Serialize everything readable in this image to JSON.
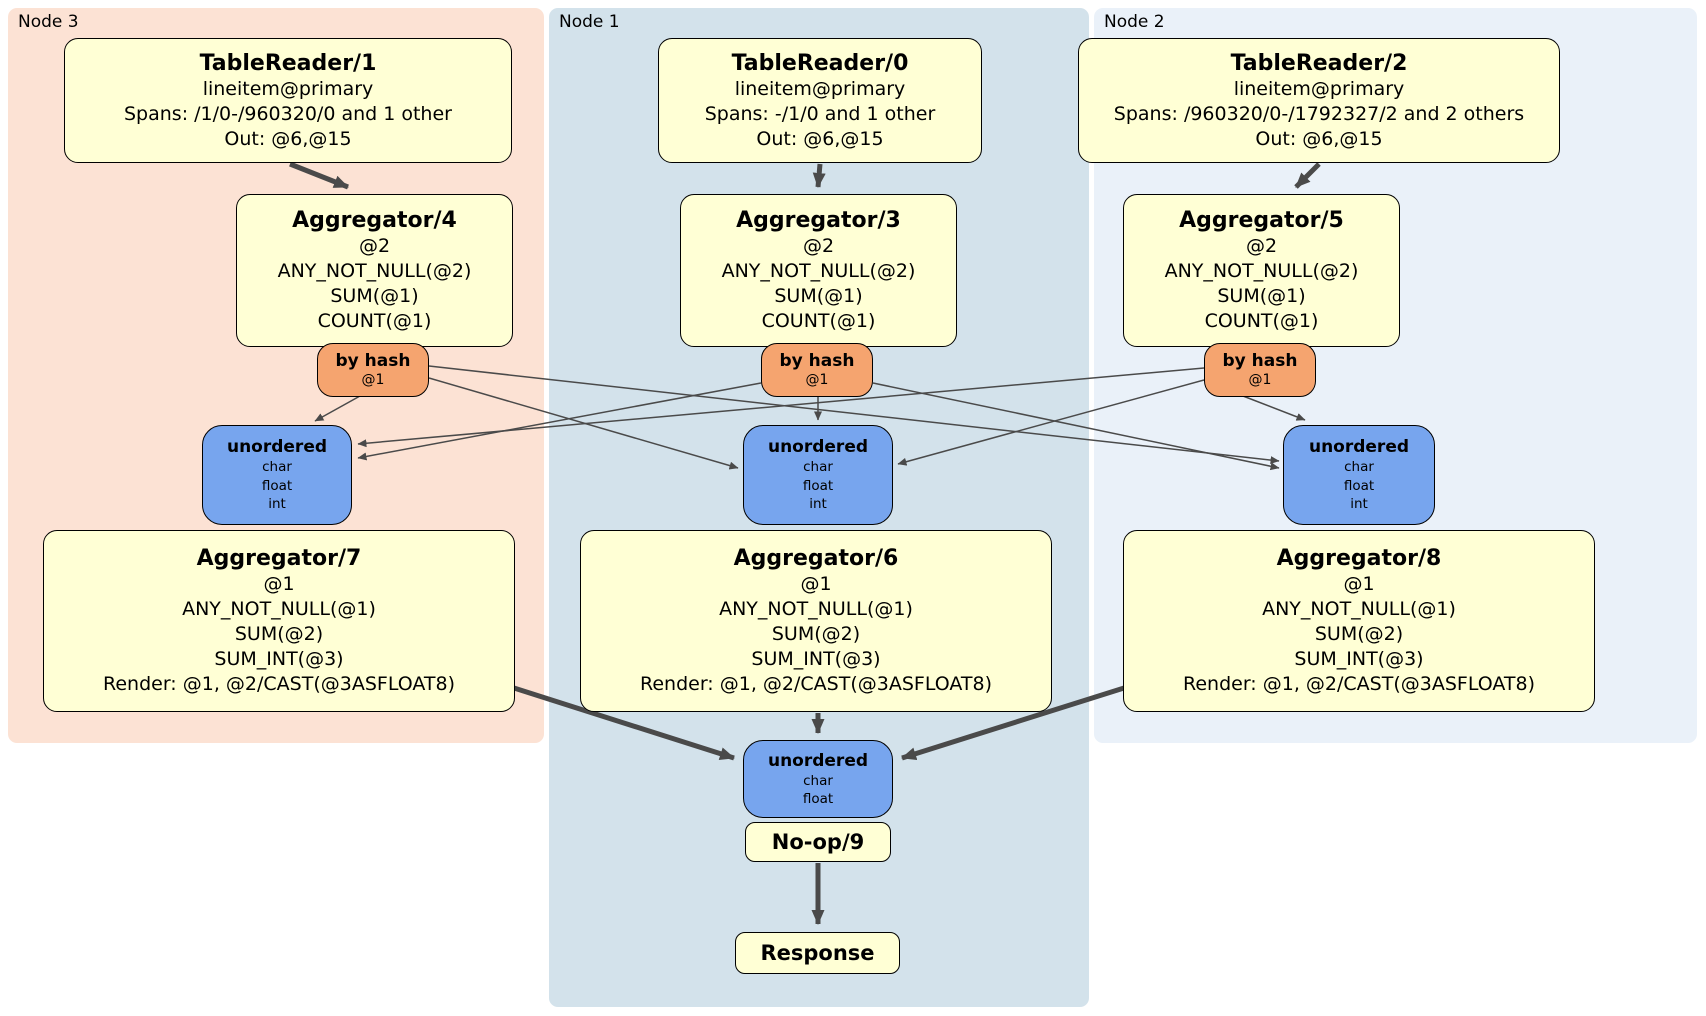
{
  "colors": {
    "node3_bg": "#fce2d4",
    "node1_bg": "#d3e2eb",
    "node2_bg": "#eaf1f9",
    "processor_fill": "#ffffd5",
    "router_fill": "#f5a46f",
    "sync_fill": "#77a5ee",
    "edge": "#4a4a4a"
  },
  "regions": {
    "node3": {
      "label": "Node 3"
    },
    "node1": {
      "label": "Node 1"
    },
    "node2": {
      "label": "Node 2"
    }
  },
  "processors": {
    "tr1": {
      "title": "TableReader/1",
      "index": "lineitem@primary",
      "spans": "Spans: /1/0-/960320/0 and 1 other",
      "out": "Out: @6,@15"
    },
    "tr0": {
      "title": "TableReader/0",
      "index": "lineitem@primary",
      "spans": "Spans: -/1/0 and 1 other",
      "out": "Out: @6,@15"
    },
    "tr2": {
      "title": "TableReader/2",
      "index": "lineitem@primary",
      "spans": "Spans: /960320/0-/1792327/2 and 2 others",
      "out": "Out: @6,@15"
    },
    "agg4": {
      "title": "Aggregator/4",
      "group": "@2",
      "fns": [
        "ANY_NOT_NULL(@2)",
        "SUM(@1)",
        "COUNT(@1)"
      ]
    },
    "agg3": {
      "title": "Aggregator/3",
      "group": "@2",
      "fns": [
        "ANY_NOT_NULL(@2)",
        "SUM(@1)",
        "COUNT(@1)"
      ]
    },
    "agg5": {
      "title": "Aggregator/5",
      "group": "@2",
      "fns": [
        "ANY_NOT_NULL(@2)",
        "SUM(@1)",
        "COUNT(@1)"
      ]
    },
    "agg7": {
      "title": "Aggregator/7",
      "group": "@1",
      "fns": [
        "ANY_NOT_NULL(@1)",
        "SUM(@2)",
        "SUM_INT(@3)"
      ],
      "render": "Render: @1, @2/CAST(@3ASFLOAT8)"
    },
    "agg6": {
      "title": "Aggregator/6",
      "group": "@1",
      "fns": [
        "ANY_NOT_NULL(@1)",
        "SUM(@2)",
        "SUM_INT(@3)"
      ],
      "render": "Render: @1, @2/CAST(@3ASFLOAT8)"
    },
    "agg8": {
      "title": "Aggregator/8",
      "group": "@1",
      "fns": [
        "ANY_NOT_NULL(@1)",
        "SUM(@2)",
        "SUM_INT(@3)"
      ],
      "render": "Render: @1, @2/CAST(@3ASFLOAT8)"
    },
    "noop": {
      "title": "No-op/9"
    },
    "response": {
      "title": "Response"
    }
  },
  "routers": {
    "hash4": {
      "title": "by hash",
      "key": "@1"
    },
    "hash3": {
      "title": "by hash",
      "key": "@1"
    },
    "hash5": {
      "title": "by hash",
      "key": "@1"
    }
  },
  "synchronizers": {
    "un3": {
      "title": "unordered",
      "streams": [
        "char",
        "float",
        "int"
      ]
    },
    "un1": {
      "title": "unordered",
      "streams": [
        "char",
        "float",
        "int"
      ]
    },
    "un2": {
      "title": "unordered",
      "streams": [
        "char",
        "float",
        "int"
      ]
    },
    "unFinal": {
      "title": "unordered",
      "streams": [
        "char",
        "float"
      ]
    }
  }
}
